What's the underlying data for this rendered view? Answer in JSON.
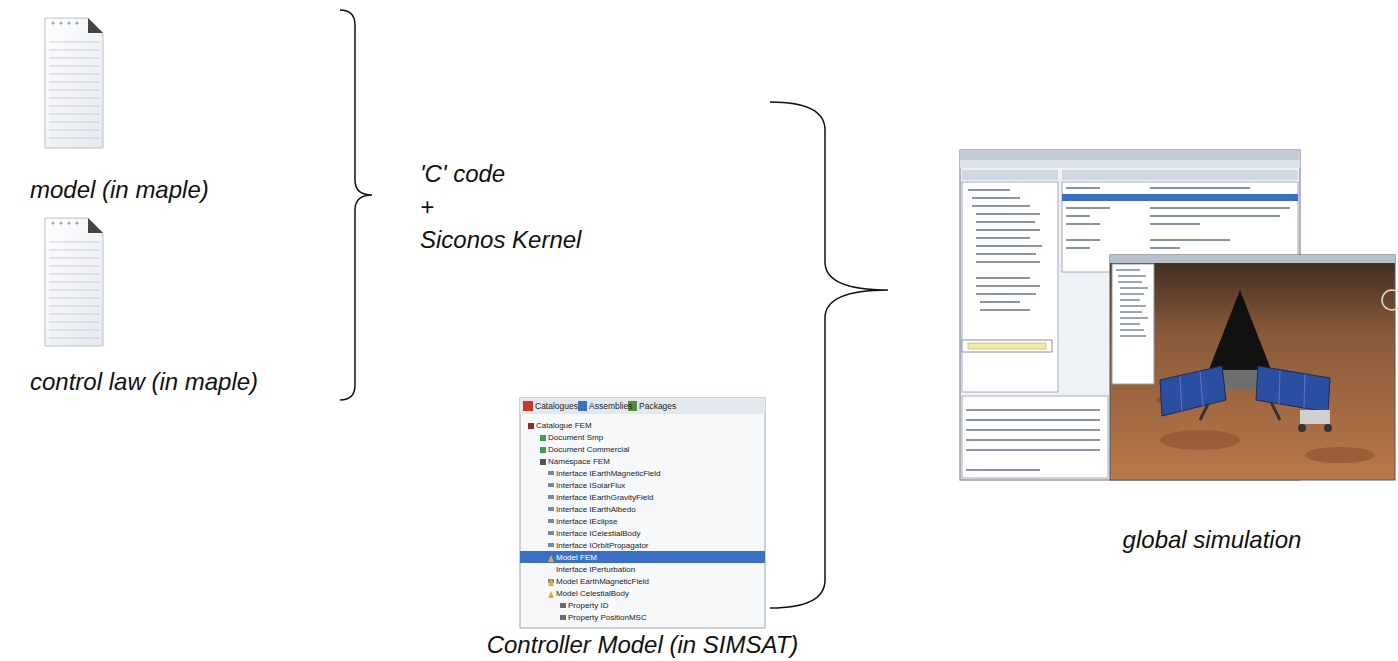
{
  "diagram": {
    "nodes": [
      {
        "text": [
          "model (in maple)"
        ]
      },
      {
        "text": [
          "control law (in maple)"
        ]
      },
      {
        "text": [
          "Controller Model (in SIMSAT)"
        ]
      },
      {
        "text": [
          "global simulation"
        ]
      }
    ],
    "labels": [
      "'C' code",
      "+",
      "Siconos Kernel",
      "Catalogues",
      "Assemblies",
      "Packages",
      "Catalogue FEM",
      "Document Smp",
      "Document Commercial",
      "Namespace FEM",
      "Interface IEarthMagneticField",
      "Interface ISolarFlux",
      "Interface IEarthGravityField",
      "Interface IEarthAlbedo",
      "Interface IEclipse",
      "Interface ICelestialBody",
      "Interface IOrbitPropagator",
      "Model FEM",
      "Interface IPerturbation",
      "Model EarthMagneticField",
      "Model CelestialBody",
      "Property ID",
      "Property PositionMSC"
    ]
  }
}
